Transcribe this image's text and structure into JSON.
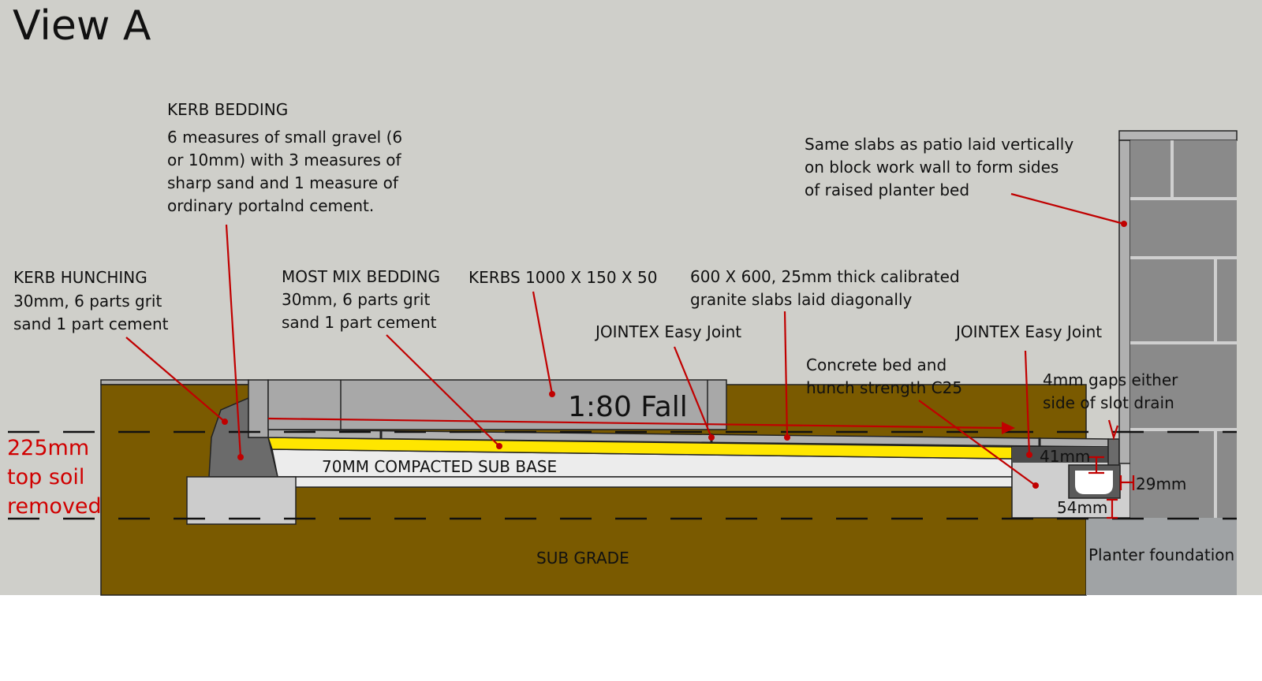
{
  "title": "View A",
  "labels": {
    "kerb_bedding": {
      "heading": "KERB BEDDING",
      "lines": [
        "6 measures of small gravel (6",
        "or 10mm) with 3 measures of",
        "sharp sand and 1 measure of",
        "ordinary portalnd cement."
      ]
    },
    "kerb_hunching": [
      "KERB HUNCHING",
      "30mm, 6 parts grit",
      "sand 1 part cement"
    ],
    "most_mix": [
      "MOST MIX BEDDING",
      "30mm, 6 parts grit",
      "sand 1 part cement"
    ],
    "kerbs": "KERBS 1000 X 150 X 50",
    "slabs": [
      "600 X 600, 25mm thick calibrated",
      "granite slabs laid diagonally"
    ],
    "jointex_1": "JOINTEX Easy Joint",
    "jointex_2": "JOINTEX Easy Joint",
    "concrete_bed": [
      "Concrete bed and",
      "hunch strength C25"
    ],
    "planter_slabs": [
      "Same slabs as patio laid vertically",
      "on block work wall to form sides",
      "of raised planter bed"
    ],
    "gaps": [
      "4mm gaps either",
      "side of slot drain"
    ],
    "fall": "1:80 Fall",
    "sub_base": "70MM COMPACTED SUB BASE",
    "sub_grade": "SUB GRADE",
    "planter_foundation": "Planter foundation",
    "topsoil": [
      "225mm",
      "top soil",
      "removed"
    ],
    "dim_41": "41mm",
    "dim_29": "29mm",
    "dim_54": "54mm"
  },
  "colors": {
    "background": "#cfcfca",
    "soil": "#7a5a00",
    "accent": "#c00000",
    "bedding": "#ffe600"
  }
}
